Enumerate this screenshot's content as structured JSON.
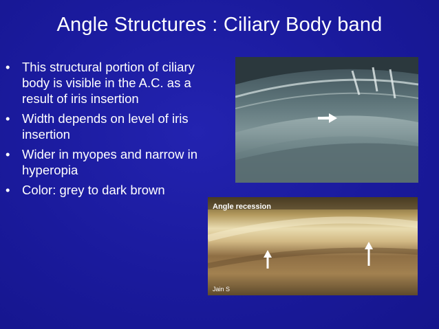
{
  "slide": {
    "title": "Angle Structures : Ciliary Body band",
    "bullets": [
      "This structural portion of ciliary body is visible in the A.C. as a result of iris insertion",
      "Width depends on level of iris insertion",
      "Wider in myopes and narrow in hyperopia",
      "Color: grey to dark brown"
    ],
    "bullet_glyph": "•"
  },
  "images": {
    "top_photo": {
      "description_icon": "gonioscopy-photo"
    },
    "bottom_photo": {
      "label": "Angle recession",
      "credit": "Jain S"
    }
  },
  "colors": {
    "background": "#1a1a9c",
    "text": "#ffffff"
  }
}
